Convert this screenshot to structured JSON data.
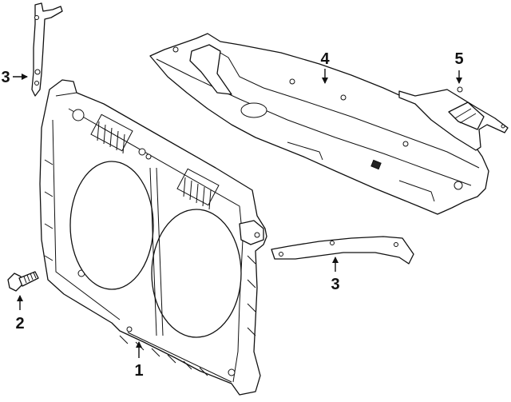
{
  "callouts": [
    {
      "id": "radiator-support",
      "label": "1"
    },
    {
      "id": "bolt",
      "label": "2"
    },
    {
      "id": "support-bracket-upper-left",
      "label": "3"
    },
    {
      "id": "support-bracket-right",
      "label": "3"
    },
    {
      "id": "upper-cover",
      "label": "4"
    },
    {
      "id": "latch-bracket",
      "label": "5"
    }
  ]
}
